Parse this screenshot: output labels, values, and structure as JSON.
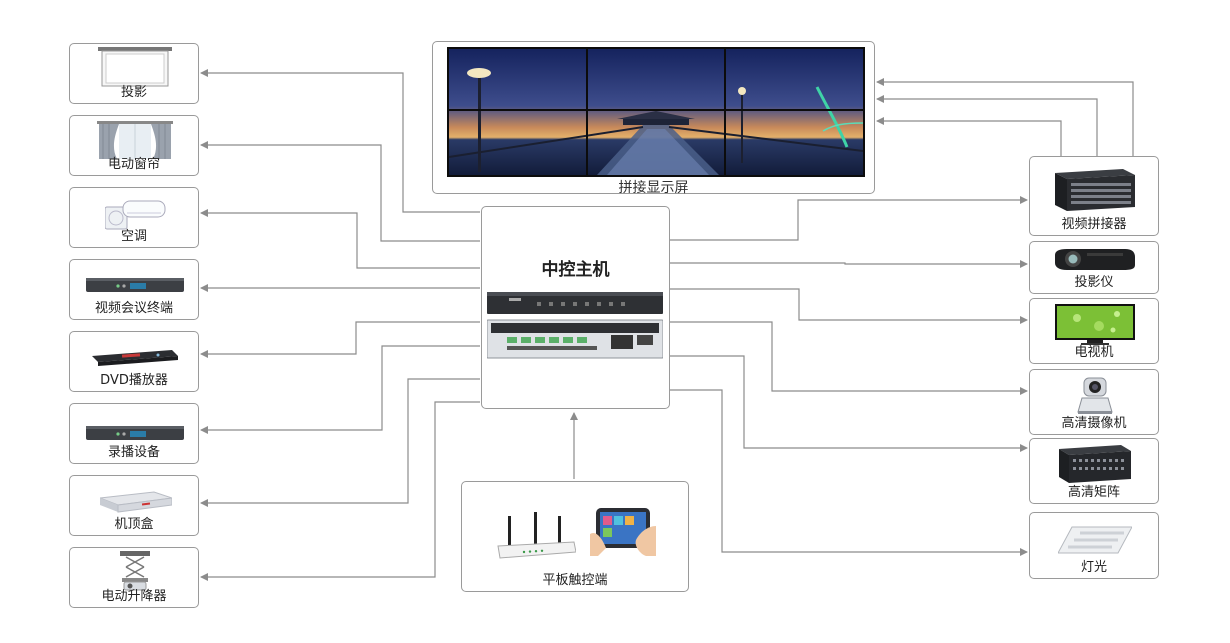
{
  "colors": {
    "line": "#8c8c8c",
    "border": "#9a9a9a"
  },
  "center": {
    "video_wall_label": "拼接显示屏",
    "controller_label": "中控主机",
    "tablet_label": "平板触控端"
  },
  "left_devices": [
    {
      "label": "投影",
      "icon": "projection-screen-icon"
    },
    {
      "label": "电动窗帘",
      "icon": "curtain-icon"
    },
    {
      "label": "空调",
      "icon": "air-conditioner-icon"
    },
    {
      "label": "视频会议终端",
      "icon": "video-conference-terminal-icon"
    },
    {
      "label": "DVD播放器",
      "icon": "dvd-player-icon"
    },
    {
      "label": "录播设备",
      "icon": "recording-device-icon"
    },
    {
      "label": "机顶盒",
      "icon": "set-top-box-icon"
    },
    {
      "label": "电动升降器",
      "icon": "projector-lift-icon"
    }
  ],
  "right_devices": [
    {
      "label": "视频拼接器",
      "icon": "video-splicer-icon"
    },
    {
      "label": "投影仪",
      "icon": "projector-icon"
    },
    {
      "label": "电视机",
      "icon": "television-icon"
    },
    {
      "label": "高清摄像机",
      "icon": "hd-camera-icon"
    },
    {
      "label": "高清矩阵",
      "icon": "hd-matrix-icon"
    },
    {
      "label": "灯光",
      "icon": "light-icon"
    }
  ]
}
